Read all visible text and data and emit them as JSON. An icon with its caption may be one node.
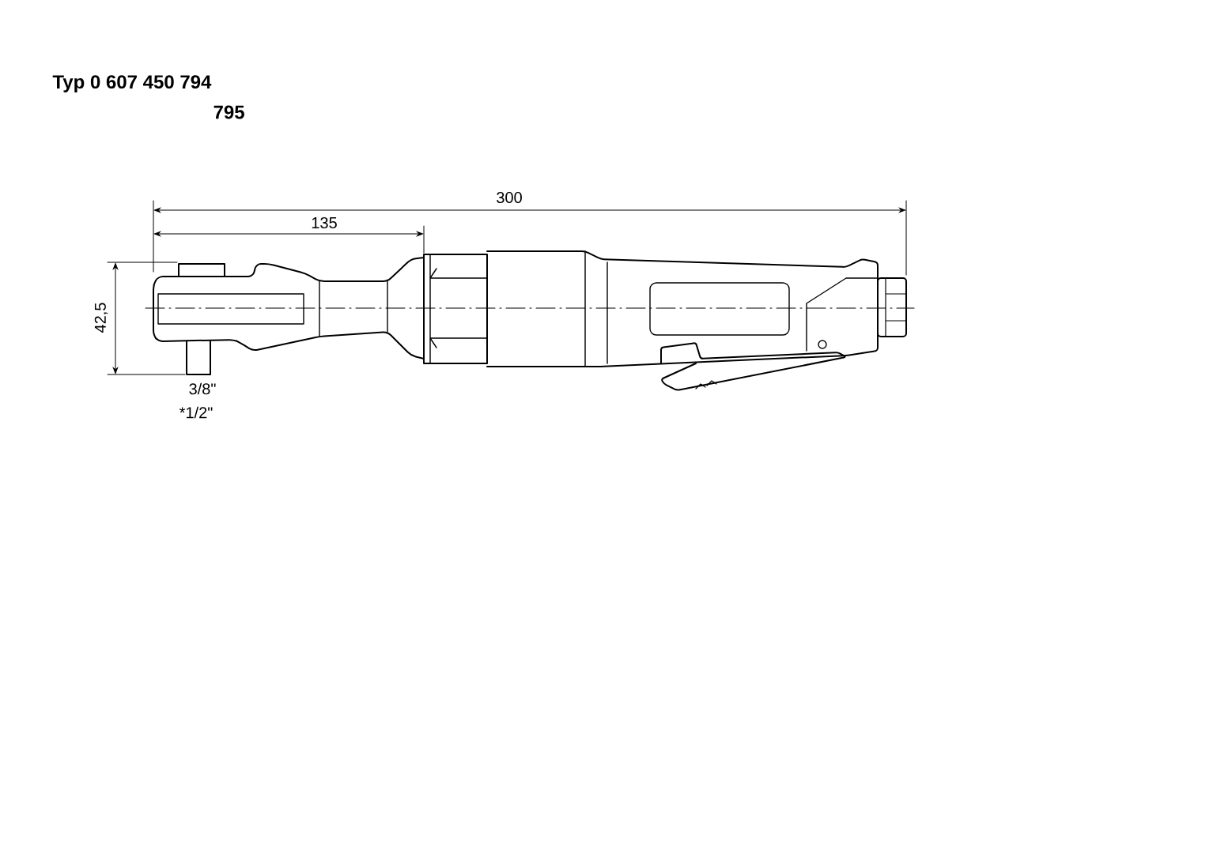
{
  "diagram": {
    "labels": [
      "Typ 0 607 450 794",
      "795",
      "300",
      "135",
      "42,5",
      "3/8\"",
      "*1/2\""
    ]
  }
}
